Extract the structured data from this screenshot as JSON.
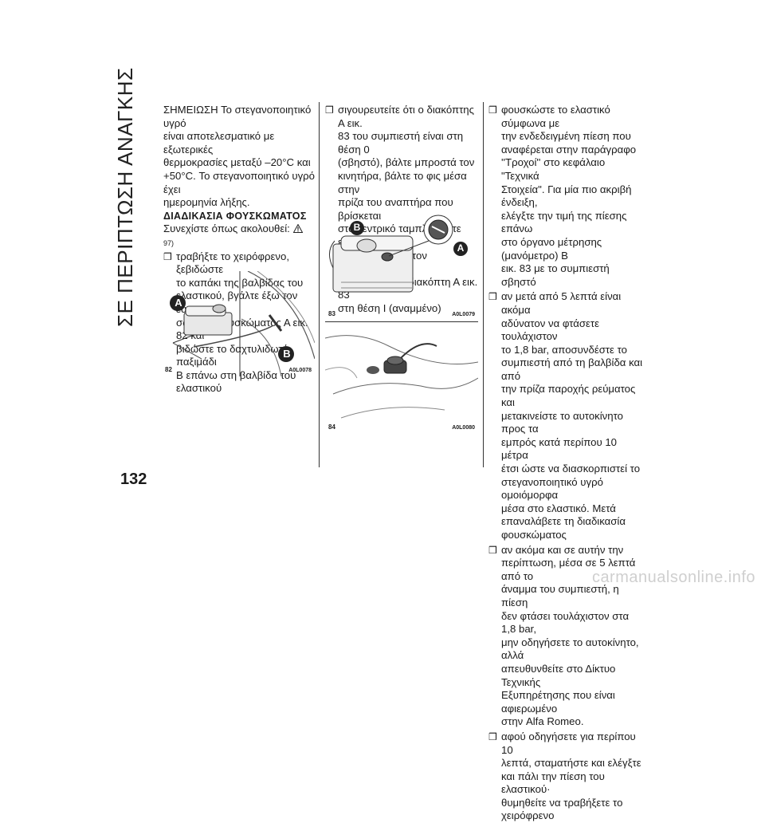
{
  "side_title": "ΣΕ ΠΕΡΙΠΤΩΣΗ ΑΝΑΓΚΗΣ",
  "page_number": "132",
  "col1": {
    "note": [
      "ΣΗΜΕΙΩΣΗ Το στεγανοποιητικό υγρό",
      "είναι αποτελεσματικό με εξωτερικές",
      "θερμοκρασίες μεταξύ –20°C και",
      "+50°C. Το στεγανοποιητικό υγρό έχει",
      "ημερομηνία λήξης."
    ],
    "heading": "ΔΙΑΔΙΚΑΣΙΑ ΦΟΥΣΚΩΜΑΤΟΣ",
    "intro": "Συνεχίστε όπως ακολουθεί:",
    "intro_ref": "97)",
    "bullet1": [
      "τραβήξτε το χειρόφρενο, ξεβιδώστε",
      "το καπάκι της βαλβίδας του",
      "ελαστικού, βγάλτε έξω τον εύκαμπτο",
      "σωλήνα φουσκώματος Α εικ. 82 και",
      "βιδώστε το δαχτυλιδωτό παξιμάδι",
      "Β επάνω στη βαλβίδα του ελαστικού"
    ]
  },
  "fig82": {
    "label_a": "A",
    "label_b": "B",
    "num": "82",
    "code": "A0L0078"
  },
  "col2": {
    "bullet1": [
      "σιγουρευτείτε ότι ο διακόπτης Α εικ.",
      "83 του συμπιεστή είναι στη θέση 0",
      "(σβηστό), βάλτε μπροστά τον",
      "κινητήρα, βάλτε το φις μέσα στην",
      "πρίζα του αναπτήρα που βρίσκεται",
      "στο κεντρικό ταμπλό (δείτε εικ.",
      "84), και ανάψτε τον συμπιεστή",
      "γυρίζοντας τον διακόπτη Α εικ. 83",
      "στη θέση I (αναμμένο)"
    ]
  },
  "fig83": {
    "label_a": "A",
    "label_b": "B",
    "num": "83",
    "code": "A0L0079"
  },
  "fig84": {
    "num": "84",
    "code": "A0L0080"
  },
  "col3": {
    "bullet1": [
      "φουσκώστε το ελαστικό σύμφωνα με",
      "την ενδεδειγμένη πίεση που",
      "αναφέρεται στην παράγραφο",
      "''Τροχοί'' στο κεφάλαιο \"Τεχνικά",
      "Στοιχεία\". Για μία πιο ακριβή ένδειξη,",
      "ελέγξτε την τιμή της πίεσης επάνω",
      "στο όργανο μέτρησης (μανόμετρο) Β",
      "εικ. 83 με το συμπιεστή σβηστό"
    ],
    "bullet2": [
      "αν μετά από 5 λεπτά είναι ακόμα",
      "αδύνατον να φτάσετε τουλάχιστον",
      "το 1,8 bar, αποσυνδέστε το",
      "συμπιεστή από τη βαλβίδα και από",
      "την πρίζα παροχής ρεύματος και",
      "μετακινείστε το αυτοκίνητο προς τα",
      "εμπρός κατά περίπου 10 μέτρα",
      "έτσι ώστε να διασκορπιστεί το",
      "στεγανοποιητικό υγρό ομοιόμορφα",
      "μέσα στο ελαστικό. Μετά",
      "επαναλάβετε τη διαδικασία",
      "φουσκώματος"
    ],
    "bullet3": [
      "αν ακόμα και σε αυτήν την",
      "περίπτωση, μέσα σε 5 λεπτά από το",
      "άναμμα του συμπιεστή, η πίεση",
      "δεν φτάσει τουλάχιστον στα 1,8 bar,",
      "μην οδηγήσετε το αυτοκίνητο, αλλά",
      "απευθυνθείτε στο Δίκτυο Τεχνικής",
      "Εξυπηρέτησης που είναι αφιερωμένο",
      "στην Alfa Romeo."
    ],
    "bullet4": [
      "αφού οδηγήσετε για περίπου 10",
      "λεπτά, σταματήστε και ελέγξτε",
      "και πάλι την πίεση του ελαστικού·",
      "θυμηθείτε να τραβήξετε το",
      "χειρόφρενο"
    ]
  },
  "watermark": "carmanualsonline.info"
}
